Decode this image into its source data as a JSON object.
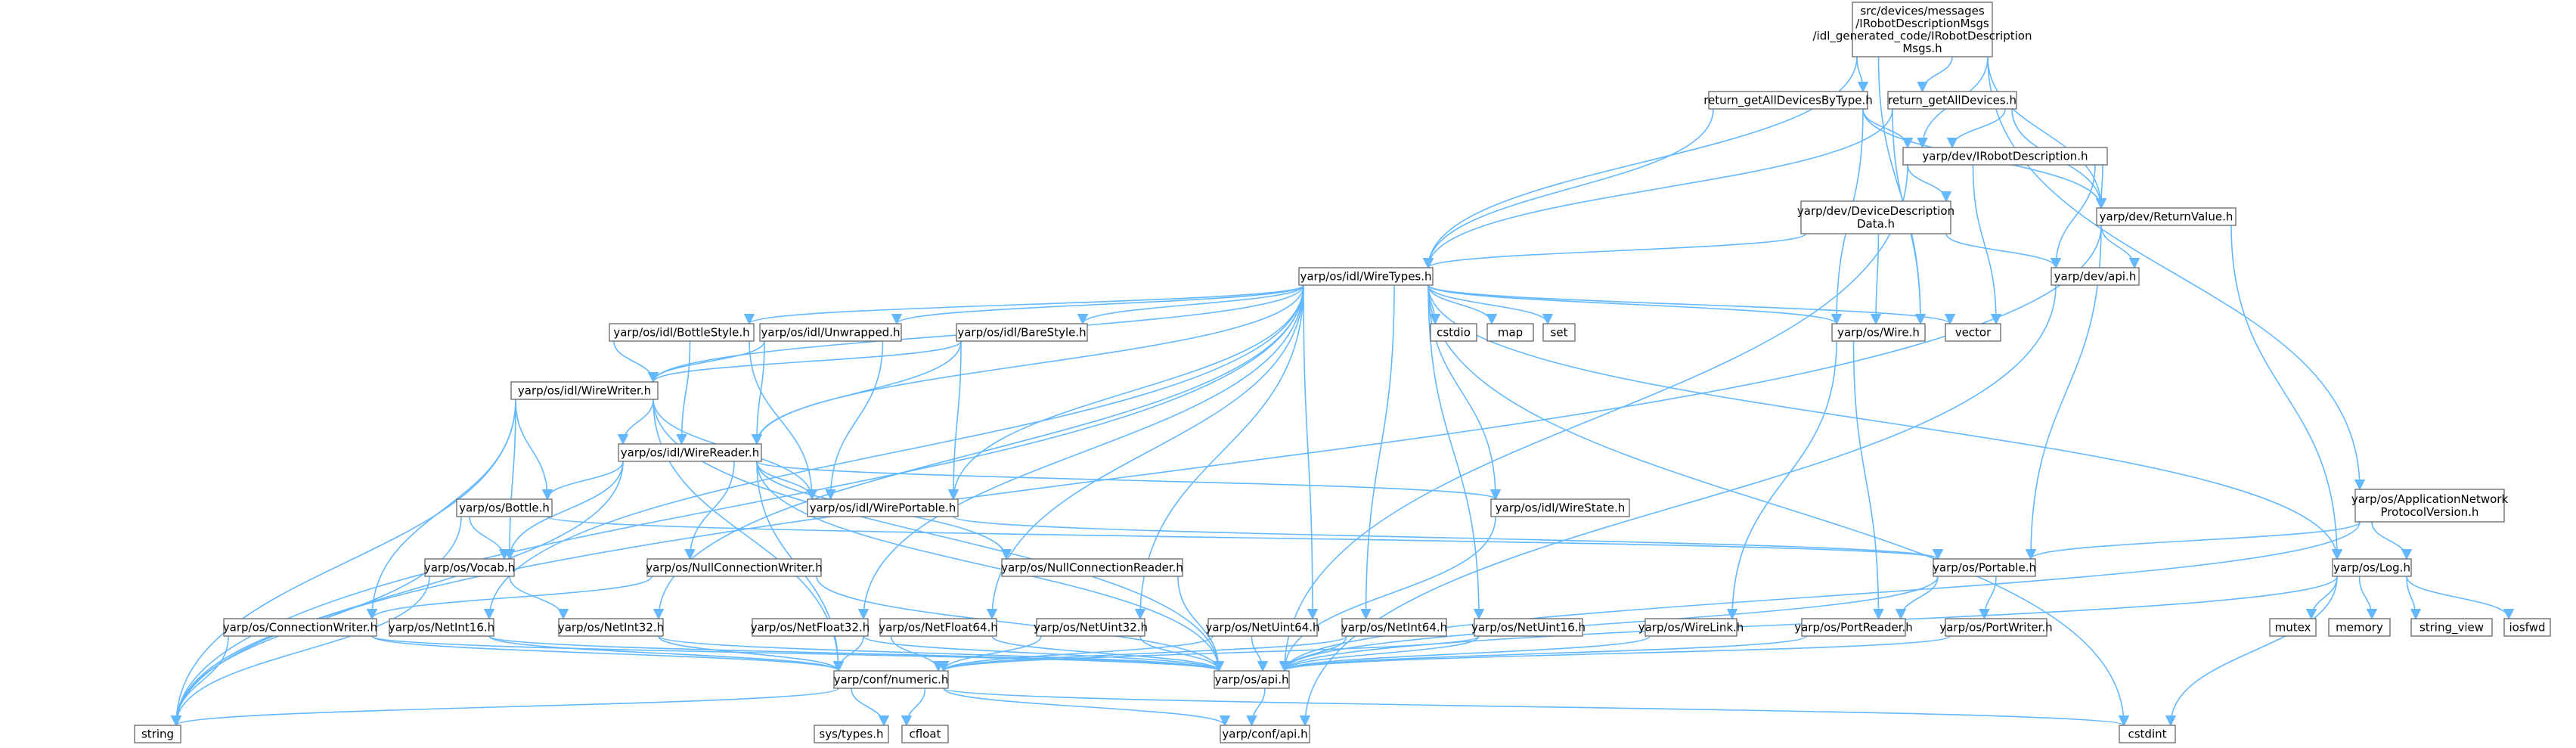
{
  "colors": {
    "edge": "#63b8ff",
    "node_border": "#666666",
    "root_fill": "#999999",
    "system_fill": "#e0e0e0",
    "incomplete_border": "#ff0000",
    "text": "#000000"
  },
  "nodes": [
    {
      "id": "root",
      "lines": [
        "src/devices/messages",
        "/IRobotDescriptionMsgs",
        "/idl_generated_code/IRobotDescription",
        "Msgs.h"
      ],
      "style": "root"
    },
    {
      "id": "byType",
      "lines": [
        "return_getAllDevicesByType.h"
      ],
      "style": "normal"
    },
    {
      "id": "allDev",
      "lines": [
        "return_getAllDevices.h"
      ],
      "style": "normal"
    },
    {
      "id": "irobot",
      "lines": [
        "yarp/dev/IRobotDescription.h"
      ],
      "style": "normal"
    },
    {
      "id": "retval",
      "lines": [
        "yarp/dev/ReturnValue.h"
      ],
      "style": "normal"
    },
    {
      "id": "devdesc",
      "lines": [
        "yarp/dev/DeviceDescription",
        "Data.h"
      ],
      "style": "normal"
    },
    {
      "id": "devapi",
      "lines": [
        "yarp/dev/api.h"
      ],
      "style": "normal"
    },
    {
      "id": "wiretypes",
      "lines": [
        "yarp/os/idl/WireTypes.h"
      ],
      "style": "normal"
    },
    {
      "id": "appnet",
      "lines": [
        "yarp/os/ApplicationNetwork",
        "ProtocolVersion.h"
      ],
      "style": "normal"
    },
    {
      "id": "bottlestyle",
      "lines": [
        "yarp/os/idl/BottleStyle.h"
      ],
      "style": "normal"
    },
    {
      "id": "unwrapped",
      "lines": [
        "yarp/os/idl/Unwrapped.h"
      ],
      "style": "normal"
    },
    {
      "id": "barestyle",
      "lines": [
        "yarp/os/idl/BareStyle.h"
      ],
      "style": "normal"
    },
    {
      "id": "cstdio",
      "lines": [
        "cstdio"
      ],
      "style": "system"
    },
    {
      "id": "map",
      "lines": [
        "map"
      ],
      "style": "system"
    },
    {
      "id": "set",
      "lines": [
        "set"
      ],
      "style": "system"
    },
    {
      "id": "wire",
      "lines": [
        "yarp/os/Wire.h"
      ],
      "style": "normal"
    },
    {
      "id": "vector",
      "lines": [
        "vector"
      ],
      "style": "system"
    },
    {
      "id": "wirewriter",
      "lines": [
        "yarp/os/idl/WireWriter.h"
      ],
      "style": "normal"
    },
    {
      "id": "wirereader",
      "lines": [
        "yarp/os/idl/WireReader.h"
      ],
      "style": "normal"
    },
    {
      "id": "wireportable",
      "lines": [
        "yarp/os/idl/WirePortable.h"
      ],
      "style": "normal"
    },
    {
      "id": "wirestate",
      "lines": [
        "yarp/os/idl/WireState.h"
      ],
      "style": "normal"
    },
    {
      "id": "bottle",
      "lines": [
        "yarp/os/Bottle.h"
      ],
      "style": "incomplete"
    },
    {
      "id": "vocab",
      "lines": [
        "yarp/os/Vocab.h"
      ],
      "style": "normal"
    },
    {
      "id": "nullconnwriter",
      "lines": [
        "yarp/os/NullConnectionWriter.h"
      ],
      "style": "normal"
    },
    {
      "id": "nullconnreader",
      "lines": [
        "yarp/os/NullConnectionReader.h"
      ],
      "style": "incomplete"
    },
    {
      "id": "portable",
      "lines": [
        "yarp/os/Portable.h"
      ],
      "style": "normal"
    },
    {
      "id": "log",
      "lines": [
        "yarp/os/Log.h"
      ],
      "style": "normal"
    },
    {
      "id": "connwriter",
      "lines": [
        "yarp/os/ConnectionWriter.h"
      ],
      "style": "normal"
    },
    {
      "id": "netint16",
      "lines": [
        "yarp/os/NetInt16.h"
      ],
      "style": "normal"
    },
    {
      "id": "netint32",
      "lines": [
        "yarp/os/NetInt32.h"
      ],
      "style": "normal"
    },
    {
      "id": "netfloat32",
      "lines": [
        "yarp/os/NetFloat32.h"
      ],
      "style": "normal"
    },
    {
      "id": "netfloat64",
      "lines": [
        "yarp/os/NetFloat64.h"
      ],
      "style": "normal"
    },
    {
      "id": "netuint32",
      "lines": [
        "yarp/os/NetUint32.h"
      ],
      "style": "normal"
    },
    {
      "id": "netuint64",
      "lines": [
        "yarp/os/NetUint64.h"
      ],
      "style": "normal"
    },
    {
      "id": "netint64",
      "lines": [
        "yarp/os/NetInt64.h"
      ],
      "style": "normal"
    },
    {
      "id": "netuint16",
      "lines": [
        "yarp/os/NetUint16.h"
      ],
      "style": "normal"
    },
    {
      "id": "wirelink",
      "lines": [
        "yarp/os/WireLink.h"
      ],
      "style": "normal"
    },
    {
      "id": "portreader",
      "lines": [
        "yarp/os/PortReader.h"
      ],
      "style": "normal"
    },
    {
      "id": "portwriter",
      "lines": [
        "yarp/os/PortWriter.h"
      ],
      "style": "normal"
    },
    {
      "id": "mutex",
      "lines": [
        "mutex"
      ],
      "style": "system"
    },
    {
      "id": "memory",
      "lines": [
        "memory"
      ],
      "style": "system"
    },
    {
      "id": "string_view",
      "lines": [
        "string_view"
      ],
      "style": "system"
    },
    {
      "id": "iosfwd",
      "lines": [
        "iosfwd"
      ],
      "style": "system"
    },
    {
      "id": "numeric",
      "lines": [
        "yarp/conf/numeric.h"
      ],
      "style": "incomplete"
    },
    {
      "id": "osapi",
      "lines": [
        "yarp/os/api.h"
      ],
      "style": "normal"
    },
    {
      "id": "string",
      "lines": [
        "string"
      ],
      "style": "system"
    },
    {
      "id": "systypes",
      "lines": [
        "sys/types.h"
      ],
      "style": "system"
    },
    {
      "id": "cfloat",
      "lines": [
        "cfloat"
      ],
      "style": "system"
    },
    {
      "id": "confapi",
      "lines": [
        "yarp/conf/api.h"
      ],
      "style": "incomplete"
    },
    {
      "id": "cstdint",
      "lines": [
        "cstdint"
      ],
      "style": "system"
    }
  ],
  "edges": [
    [
      "root",
      "byType"
    ],
    [
      "root",
      "allDev"
    ],
    [
      "root",
      "irobot"
    ],
    [
      "root",
      "retval"
    ],
    [
      "root",
      "wiretypes"
    ],
    [
      "root",
      "wire"
    ],
    [
      "root",
      "appnet"
    ],
    [
      "byType",
      "irobot"
    ],
    [
      "byType",
      "retval"
    ],
    [
      "byType",
      "wiretypes"
    ],
    [
      "byType",
      "wire"
    ],
    [
      "allDev",
      "irobot"
    ],
    [
      "allDev",
      "retval"
    ],
    [
      "allDev",
      "wiretypes"
    ],
    [
      "allDev",
      "wire"
    ],
    [
      "irobot",
      "devdesc"
    ],
    [
      "irobot",
      "retval"
    ],
    [
      "irobot",
      "devapi"
    ],
    [
      "irobot",
      "vector"
    ],
    [
      "irobot",
      "osapi"
    ],
    [
      "devdesc",
      "wiretypes"
    ],
    [
      "devdesc",
      "wire"
    ],
    [
      "devdesc",
      "devapi"
    ],
    [
      "retval",
      "devapi"
    ],
    [
      "retval",
      "portable"
    ],
    [
      "retval",
      "log"
    ],
    [
      "retval",
      "string"
    ],
    [
      "devapi",
      "confapi"
    ],
    [
      "appnet",
      "portable"
    ],
    [
      "appnet",
      "log"
    ],
    [
      "appnet",
      "osapi"
    ],
    [
      "wiretypes",
      "bottlestyle"
    ],
    [
      "wiretypes",
      "unwrapped"
    ],
    [
      "wiretypes",
      "barestyle"
    ],
    [
      "wiretypes",
      "cstdio"
    ],
    [
      "wiretypes",
      "map"
    ],
    [
      "wiretypes",
      "set"
    ],
    [
      "wiretypes",
      "wire"
    ],
    [
      "wiretypes",
      "vector"
    ],
    [
      "wiretypes",
      "wirewriter"
    ],
    [
      "wiretypes",
      "wirereader"
    ],
    [
      "wiretypes",
      "wireportable"
    ],
    [
      "wiretypes",
      "wirestate"
    ],
    [
      "wiretypes",
      "string"
    ],
    [
      "wiretypes",
      "netint16"
    ],
    [
      "wiretypes",
      "netint32"
    ],
    [
      "wiretypes",
      "netfloat32"
    ],
    [
      "wiretypes",
      "netfloat64"
    ],
    [
      "wiretypes",
      "netuint32"
    ],
    [
      "wiretypes",
      "netuint64"
    ],
    [
      "wiretypes",
      "netint64"
    ],
    [
      "wiretypes",
      "netuint16"
    ],
    [
      "wiretypes",
      "log"
    ],
    [
      "wiretypes",
      "cstdint"
    ],
    [
      "bottlestyle",
      "wirewriter"
    ],
    [
      "bottlestyle",
      "wirereader"
    ],
    [
      "bottlestyle",
      "wireportable"
    ],
    [
      "unwrapped",
      "wirewriter"
    ],
    [
      "unwrapped",
      "wirereader"
    ],
    [
      "unwrapped",
      "wireportable"
    ],
    [
      "barestyle",
      "wirewriter"
    ],
    [
      "barestyle",
      "wirereader"
    ],
    [
      "barestyle",
      "wireportable"
    ],
    [
      "wire",
      "portreader"
    ],
    [
      "wire",
      "wirelink"
    ],
    [
      "wirewriter",
      "wirereader"
    ],
    [
      "wirewriter",
      "wireportable"
    ],
    [
      "wirewriter",
      "bottle"
    ],
    [
      "wirewriter",
      "vocab"
    ],
    [
      "wirewriter",
      "connwriter"
    ],
    [
      "wirewriter",
      "numeric"
    ],
    [
      "wirewriter",
      "osapi"
    ],
    [
      "wirewriter",
      "string"
    ],
    [
      "wirereader",
      "wireportable"
    ],
    [
      "wirereader",
      "wirestate"
    ],
    [
      "wirereader",
      "bottle"
    ],
    [
      "wirereader",
      "vocab"
    ],
    [
      "wirereader",
      "nullconnwriter"
    ],
    [
      "wirereader",
      "nullconnreader"
    ],
    [
      "wirereader",
      "numeric"
    ],
    [
      "wirereader",
      "osapi"
    ],
    [
      "wirereader",
      "string"
    ],
    [
      "wireportable",
      "portable"
    ],
    [
      "wirestate",
      "osapi"
    ],
    [
      "bottle",
      "vocab"
    ],
    [
      "bottle",
      "portable"
    ],
    [
      "bottle",
      "string"
    ],
    [
      "vocab",
      "netint32"
    ],
    [
      "vocab",
      "string"
    ],
    [
      "nullconnwriter",
      "connwriter"
    ],
    [
      "nullconnwriter",
      "osapi"
    ],
    [
      "nullconnreader",
      "osapi"
    ],
    [
      "portable",
      "portreader"
    ],
    [
      "portable",
      "portwriter"
    ],
    [
      "portable",
      "osapi"
    ],
    [
      "log",
      "mutex"
    ],
    [
      "log",
      "memory"
    ],
    [
      "log",
      "string_view"
    ],
    [
      "log",
      "iosfwd"
    ],
    [
      "log",
      "cstdint"
    ],
    [
      "log",
      "osapi"
    ],
    [
      "connwriter",
      "string"
    ],
    [
      "connwriter",
      "numeric"
    ],
    [
      "connwriter",
      "osapi"
    ],
    [
      "netint16",
      "numeric"
    ],
    [
      "netint16",
      "osapi"
    ],
    [
      "netint32",
      "numeric"
    ],
    [
      "netint32",
      "osapi"
    ],
    [
      "netfloat32",
      "numeric"
    ],
    [
      "netfloat32",
      "osapi"
    ],
    [
      "netfloat64",
      "numeric"
    ],
    [
      "netfloat64",
      "osapi"
    ],
    [
      "netuint32",
      "numeric"
    ],
    [
      "netuint32",
      "osapi"
    ],
    [
      "netuint64",
      "numeric"
    ],
    [
      "netuint64",
      "osapi"
    ],
    [
      "netint64",
      "numeric"
    ],
    [
      "netint64",
      "osapi"
    ],
    [
      "netuint16",
      "numeric"
    ],
    [
      "netuint16",
      "osapi"
    ],
    [
      "wirelink",
      "osapi"
    ],
    [
      "portreader",
      "osapi"
    ],
    [
      "portwriter",
      "osapi"
    ],
    [
      "numeric",
      "string"
    ],
    [
      "numeric",
      "systypes"
    ],
    [
      "numeric",
      "cfloat"
    ],
    [
      "numeric",
      "cstdint"
    ],
    [
      "numeric",
      "confapi"
    ],
    [
      "osapi",
      "confapi"
    ]
  ]
}
